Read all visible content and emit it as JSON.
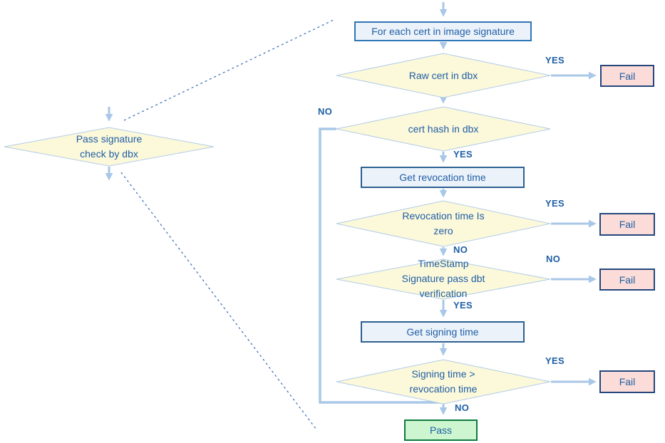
{
  "colors": {
    "connector": "#a9c7e7",
    "dashed_link": "#4576bd",
    "decision_fill": "#fcf8da",
    "decision_border": "#b2cde8",
    "process_fill": "#ecf2fa",
    "process_border": "#2c6092",
    "start_process_border": "#2e75b6",
    "fail_fill": "#fbdcd8",
    "fail_border": "#24477e",
    "pass_fill": "#cdf6d0",
    "pass_border": "#0e7a3e",
    "text": "#1f5fa5"
  },
  "nodes": {
    "overview_decision": {
      "text": "Pass signature\ncheck by dbx"
    },
    "start": {
      "text": "For each cert in image signature"
    },
    "raw_cert": {
      "text": "Raw cert in dbx"
    },
    "cert_hash": {
      "text": "cert hash in dbx"
    },
    "get_revocation_time": {
      "text": "Get revocation time"
    },
    "revocation_time_zero": {
      "text": "Revocation time Is\nzero"
    },
    "timestamp_verification": {
      "text": "TimeStamp\nSignature pass dbt\nverification"
    },
    "get_signing_time": {
      "text": "Get signing time"
    },
    "signing_time_gt": {
      "text": "Signing time >\nrevocation time"
    },
    "pass": {
      "text": "Pass"
    },
    "fail": {
      "text": "Fail"
    }
  },
  "edge_labels": {
    "raw_cert_yes": "YES",
    "cert_hash_no": "NO",
    "cert_hash_yes": "YES",
    "revocation_zero_yes": "YES",
    "revocation_zero_no": "NO",
    "timestamp_no": "NO",
    "timestamp_yes": "YES",
    "signing_yes": "YES",
    "signing_no": "NO"
  }
}
